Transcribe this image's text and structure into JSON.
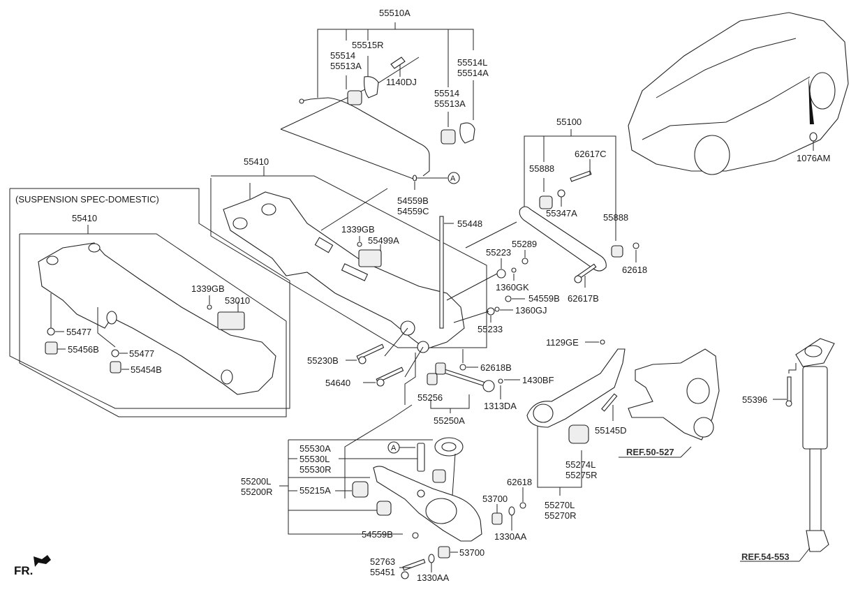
{
  "diagram": {
    "title": "Rear Suspension Crossmember / Control Arm Parts Diagram",
    "inset_title": "(SUSPENSION SPEC-DOMESTIC)",
    "front_indicator": "FR.",
    "callout_marker": "A",
    "references": [
      "REF.50-527",
      "REF.54-553"
    ],
    "part_labels": {
      "p55510A": "55510A",
      "p55515R": "55515R",
      "p55514_a": "55514",
      "p55513A_a": "55513A",
      "p1140DJ": "1140DJ",
      "p55514L": "55514L",
      "p55514A": "55514A",
      "p55514_b": "55514",
      "p55513A_b": "55513A",
      "p54559B_top": "54559B",
      "p54559C": "54559C",
      "p55410_main": "55410",
      "p55410_inset": "55410",
      "p1339GB_main": "1339GB",
      "p55499A": "55499A",
      "p55448": "55448",
      "p55100": "55100",
      "p55888_a": "55888",
      "p62617C": "62617C",
      "p55347A": "55347A",
      "p55888_b": "55888",
      "p55289": "55289",
      "p55223": "55223",
      "p1360GK": "1360GK",
      "p54559B_mid": "54559B",
      "p1360GJ": "1360GJ",
      "p55233": "55233",
      "p62617B": "62617B",
      "p62618_top": "62618",
      "p1076AM": "1076AM",
      "p1339GB_inset": "1339GB",
      "p53010": "53010",
      "p55477_a": "55477",
      "p55456B": "55456B",
      "p55477_b": "55477",
      "p55454B": "55454B",
      "p55230B": "55230B",
      "p54640": "54640",
      "p62618B": "62618B",
      "p1430BF": "1430BF",
      "p55256": "55256",
      "p1313DA": "1313DA",
      "p55250A": "55250A",
      "p1129GE": "1129GE",
      "p55145D": "55145D",
      "p55274L": "55274L",
      "p55275R": "55275R",
      "p55270L": "55270L",
      "p55270R": "55270R",
      "p55396": "55396",
      "p55530A": "55530A",
      "p55530L": "55530L",
      "p55530R": "55530R",
      "p55200L": "55200L",
      "p55200R": "55200R",
      "p55215A": "55215A",
      "p54559B_bot": "54559B",
      "p62618_bot": "62618",
      "p53700_a": "53700",
      "p1330AA_a": "1330AA",
      "p53700_b": "53700",
      "p52763": "52763",
      "p55451": "55451",
      "p1330AA_b": "1330AA"
    }
  }
}
